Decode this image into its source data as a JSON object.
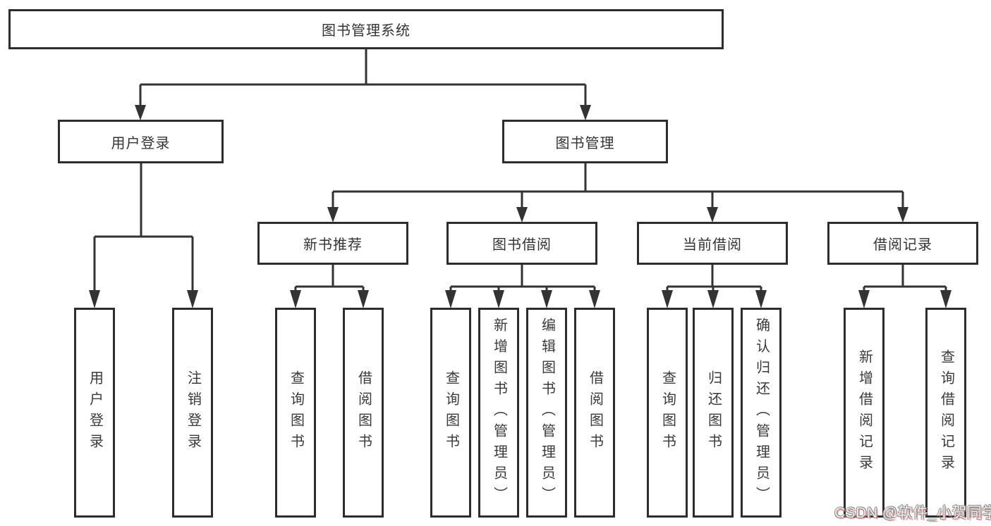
{
  "diagram": {
    "title": "图书管理系统",
    "watermark": "CSDN @软件_小贺同学",
    "colors": {
      "background": "#ffffff",
      "line": "#333333",
      "box_border": "#2d2d2d",
      "text": "#3a3a3a",
      "watermark_pink": "#e27474"
    },
    "nodes": {
      "root": {
        "label": "图书管理系统"
      },
      "user_login": {
        "label": "用户登录"
      },
      "book_mgmt": {
        "label": "图书管理"
      },
      "new_book_rec": {
        "label": "新书推荐"
      },
      "book_borrow": {
        "label": "图书借阅"
      },
      "current_borrow": {
        "label": "当前借阅"
      },
      "borrow_records": {
        "label": "借阅记录"
      },
      "leaf_user_login": {
        "label": "用户登录"
      },
      "leaf_logout": {
        "label": "注销登录"
      },
      "leaf_query_book_rec": {
        "label": "查询图书"
      },
      "leaf_borrow_book_rec": {
        "label": "借阅图书"
      },
      "leaf_query_book_borrow": {
        "label": "查询图书"
      },
      "leaf_add_book": {
        "label": "新增图书（管理员）"
      },
      "leaf_edit_book": {
        "label": "编辑图书（管理员）"
      },
      "leaf_borrow_book_borrow": {
        "label": "借阅图书"
      },
      "leaf_query_book_current": {
        "label": "查询图书"
      },
      "leaf_return_book": {
        "label": "归还图书"
      },
      "leaf_confirm_return": {
        "label": "确认归还（管理员）"
      },
      "leaf_add_borrow_record": {
        "label": "新增借阅记录"
      },
      "leaf_query_borrow_record": {
        "label": "查询借阅记录"
      }
    },
    "tree": {
      "root": [
        "user_login",
        "book_mgmt"
      ],
      "user_login": [
        "leaf_user_login",
        "leaf_logout"
      ],
      "book_mgmt": [
        "new_book_rec",
        "book_borrow",
        "current_borrow",
        "borrow_records"
      ],
      "new_book_rec": [
        "leaf_query_book_rec",
        "leaf_borrow_book_rec"
      ],
      "book_borrow": [
        "leaf_query_book_borrow",
        "leaf_add_book",
        "leaf_edit_book",
        "leaf_borrow_book_borrow"
      ],
      "current_borrow": [
        "leaf_query_book_current",
        "leaf_return_book",
        "leaf_confirm_return"
      ],
      "borrow_records": [
        "leaf_add_borrow_record",
        "leaf_query_borrow_record"
      ]
    }
  }
}
